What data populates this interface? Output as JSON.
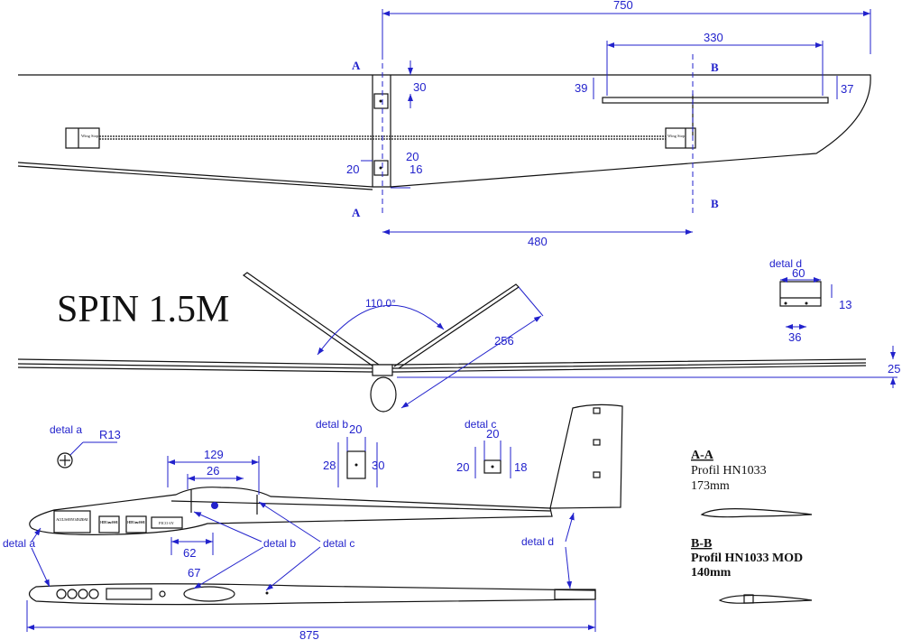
{
  "title": "SPIN 1.5M",
  "colors": {
    "dimension": "#2222cc",
    "outline": "#111111"
  },
  "top_view": {
    "dims": {
      "span_half": "750",
      "aileron": "330",
      "section_offset": "480",
      "d30": "30",
      "d39": "39",
      "d37": "37",
      "d20a": "20",
      "d20b": "20",
      "d16": "16"
    },
    "section_a": "A",
    "section_b": "B",
    "wing_stop": "Wing Stop"
  },
  "front_view": {
    "angle": "110.0°",
    "tail_len": "256",
    "dihedral": "25"
  },
  "details": {
    "a": {
      "label": "detal a",
      "radius": "R13"
    },
    "b": {
      "label": "detal b",
      "w": "20",
      "h1": "28",
      "h2": "30"
    },
    "c": {
      "label": "detal c",
      "w": "20",
      "h1": "20",
      "h2": "18"
    },
    "d": {
      "label": "detal d",
      "w": "60",
      "h": "13",
      "hole": "36"
    }
  },
  "side_view": {
    "dims": {
      "d129": "129",
      "d26": "26",
      "d62": "62",
      "d67": "67",
      "length": "875"
    },
    "labels": {
      "accu": "ACCU SANYO 4N 250 AE",
      "servo": "HITEC servo HS-81",
      "rx": "PICO 6Y"
    },
    "callouts": [
      "detal a",
      "detal b",
      "detal c",
      "detal d"
    ]
  },
  "sections": [
    {
      "heading": "A-A",
      "profile": "Profil HN1033",
      "chord": "173mm"
    },
    {
      "heading": "B-B",
      "profile": "Profil HN1033 MOD",
      "chord": "140mm"
    }
  ]
}
